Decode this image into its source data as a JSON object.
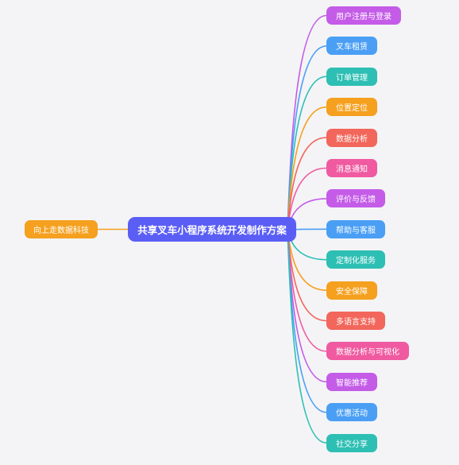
{
  "root": {
    "label": "共享叉车小程序系统开发制作方案",
    "color": "#5b5ef5"
  },
  "left_node": {
    "label": "向上走数据科技",
    "color": "#f5a01f"
  },
  "children": [
    {
      "label": "用户注册与登录",
      "color": "#c45ce8"
    },
    {
      "label": "叉车租赁",
      "color": "#4a9ff5"
    },
    {
      "label": "订单管理",
      "color": "#2ebfb4"
    },
    {
      "label": "位置定位",
      "color": "#f5a01f"
    },
    {
      "label": "数据分析",
      "color": "#f2665b"
    },
    {
      "label": "消息通知",
      "color": "#f05aa0"
    },
    {
      "label": "评价与反馈",
      "color": "#c45ce8"
    },
    {
      "label": "帮助与客服",
      "color": "#4a9ff5"
    },
    {
      "label": "定制化服务",
      "color": "#2ebfb4"
    },
    {
      "label": "安全保障",
      "color": "#f5a01f"
    },
    {
      "label": "多语言支持",
      "color": "#f2665b"
    },
    {
      "label": "数据分析与可视化",
      "color": "#f05aa0"
    },
    {
      "label": "智能推荐",
      "color": "#c45ce8"
    },
    {
      "label": "优惠活动",
      "color": "#4a9ff5"
    },
    {
      "label": "社交分享",
      "color": "#2ebfb4"
    }
  ]
}
